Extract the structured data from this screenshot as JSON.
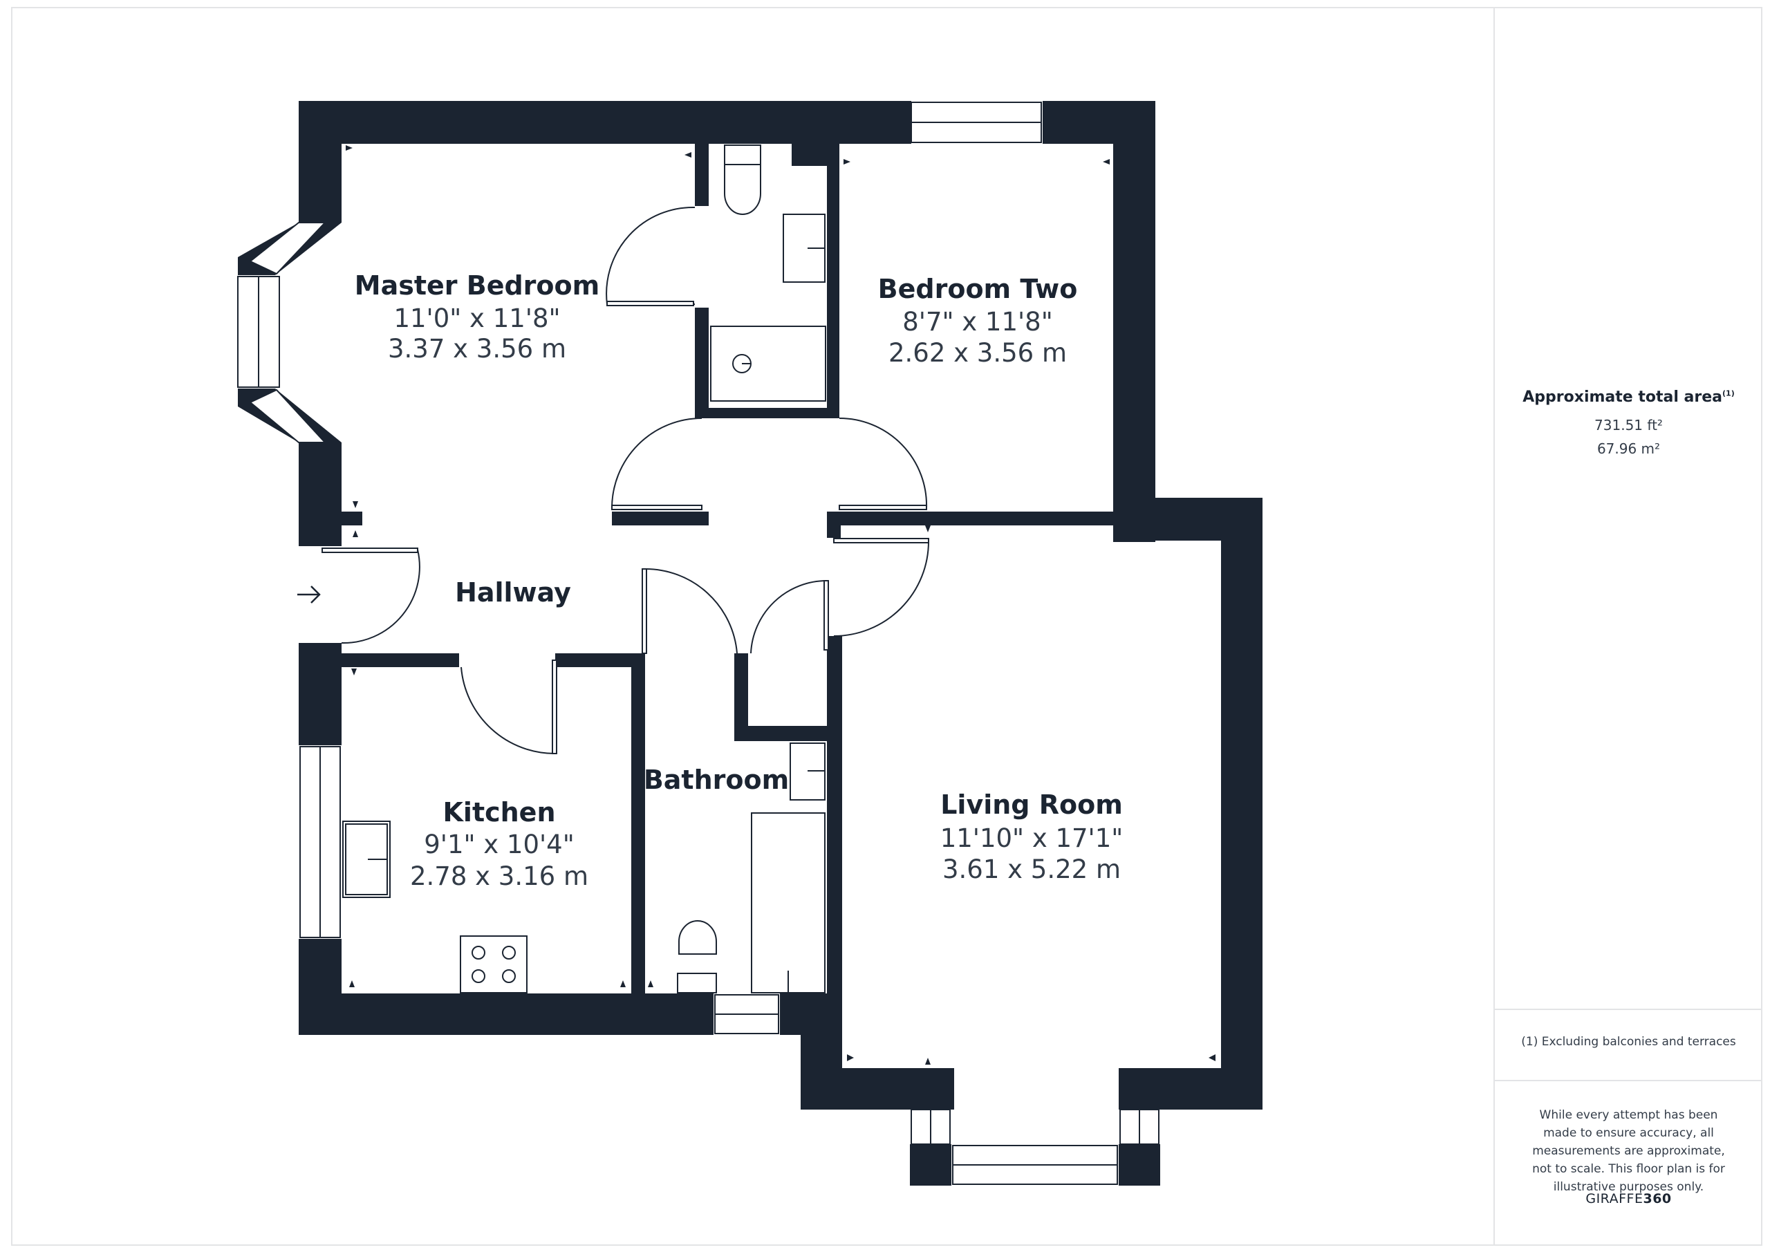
{
  "rooms": {
    "master_bedroom": {
      "name": "Master Bedroom",
      "imperial": "11'0\" x 11'8\"",
      "metric": "3.37 x 3.56 m"
    },
    "bedroom_two": {
      "name": "Bedroom Two",
      "imperial": "8'7\" x 11'8\"",
      "metric": "2.62 x 3.56 m"
    },
    "hallway": {
      "name": "Hallway"
    },
    "kitchen": {
      "name": "Kitchen",
      "imperial": "9'1\" x 10'4\"",
      "metric": "2.78 x 3.16 m"
    },
    "bathroom": {
      "name": "Bathroom"
    },
    "living_room": {
      "name": "Living Room",
      "imperial": "11'10\" x 17'1\"",
      "metric": "3.61 x 5.22 m"
    }
  },
  "area": {
    "title": "Approximate total area",
    "footnote_marker": "(1)",
    "sqft": "731.51 ft²",
    "sqm": "67.96 m²"
  },
  "notes": {
    "exclusion": "(1) Excluding balconies and terraces",
    "disclaimer": "While every attempt has been made to ensure accuracy, all measurements are approximate, not to scale. This floor plan is for illustrative purposes only."
  },
  "brand": {
    "name": "GIRAFFE",
    "suffix": "360"
  },
  "colors": {
    "wall": "#1b2431",
    "text": "#1b2431",
    "border": "#e3e4e6"
  }
}
